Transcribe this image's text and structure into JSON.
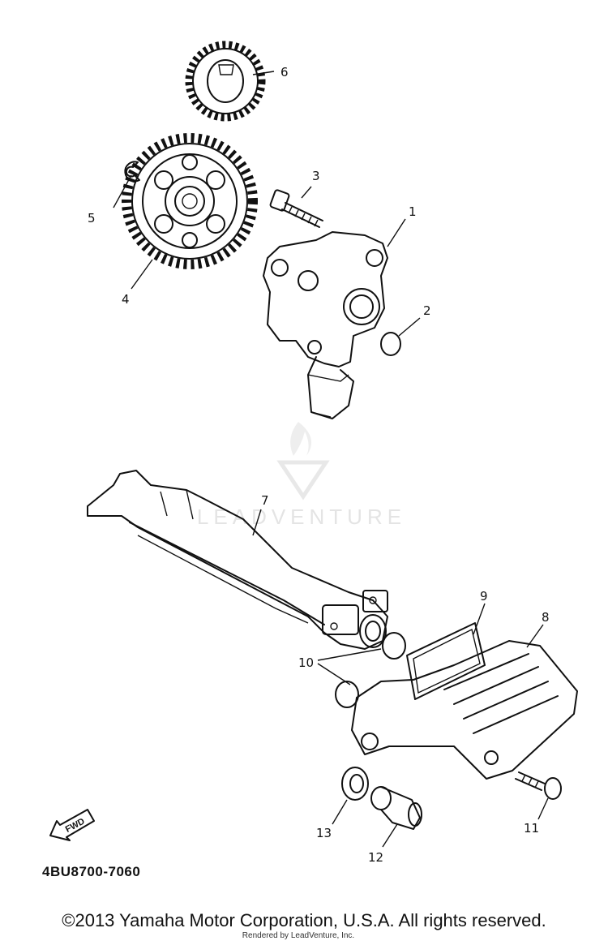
{
  "diagram": {
    "code": "4BU8700-7060",
    "direction_label": "FWD",
    "watermark_text": "LEADVENTURE",
    "callouts": [
      "1",
      "2",
      "3",
      "4",
      "5",
      "6",
      "7",
      "8",
      "9",
      "10",
      "11",
      "12",
      "13"
    ]
  },
  "footer": {
    "copyright": "©2013 Yamaha Motor Corporation, U.S.A. All rights reserved.",
    "render_credit": "Rendered by LeadVenture, Inc."
  },
  "colors": {
    "ink": "#111111",
    "watermark": "#e4e4e4",
    "background": "#ffffff"
  }
}
